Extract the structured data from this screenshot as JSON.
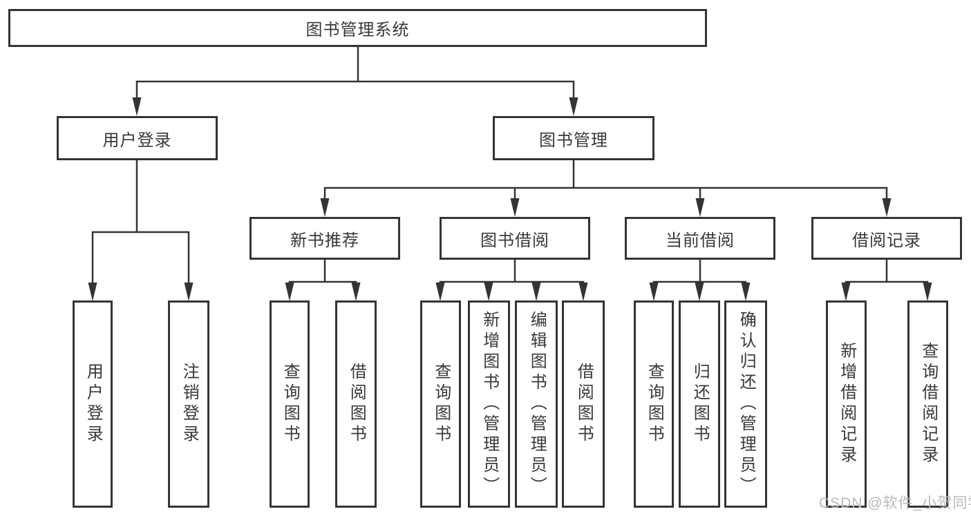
{
  "tree": {
    "label": "图书管理系统",
    "children": [
      {
        "label": "用户登录",
        "children": [
          {
            "label": "用户登录"
          },
          {
            "label": "注销登录"
          }
        ]
      },
      {
        "label": "图书管理",
        "children": [
          {
            "label": "新书推荐",
            "children": [
              {
                "label": "查询图书"
              },
              {
                "label": "借阅图书"
              }
            ]
          },
          {
            "label": "图书借阅",
            "children": [
              {
                "label": "查询图书"
              },
              {
                "label": "新增图书（管理员）"
              },
              {
                "label": "编辑图书（管理员）"
              },
              {
                "label": "借阅图书"
              }
            ]
          },
          {
            "label": "当前借阅",
            "children": [
              {
                "label": "查询图书"
              },
              {
                "label": "归还图书"
              },
              {
                "label": "确认归还（管理员）"
              }
            ]
          },
          {
            "label": "借阅记录",
            "children": [
              {
                "label": "新增借阅记录"
              },
              {
                "label": "查询借阅记录"
              }
            ]
          }
        ]
      }
    ]
  },
  "watermark": "CSDN @软件_小贺同学",
  "colors": {
    "line": "#343434",
    "text": "#383838",
    "watermark": "#b9b9b9",
    "background": "#ffffff"
  }
}
